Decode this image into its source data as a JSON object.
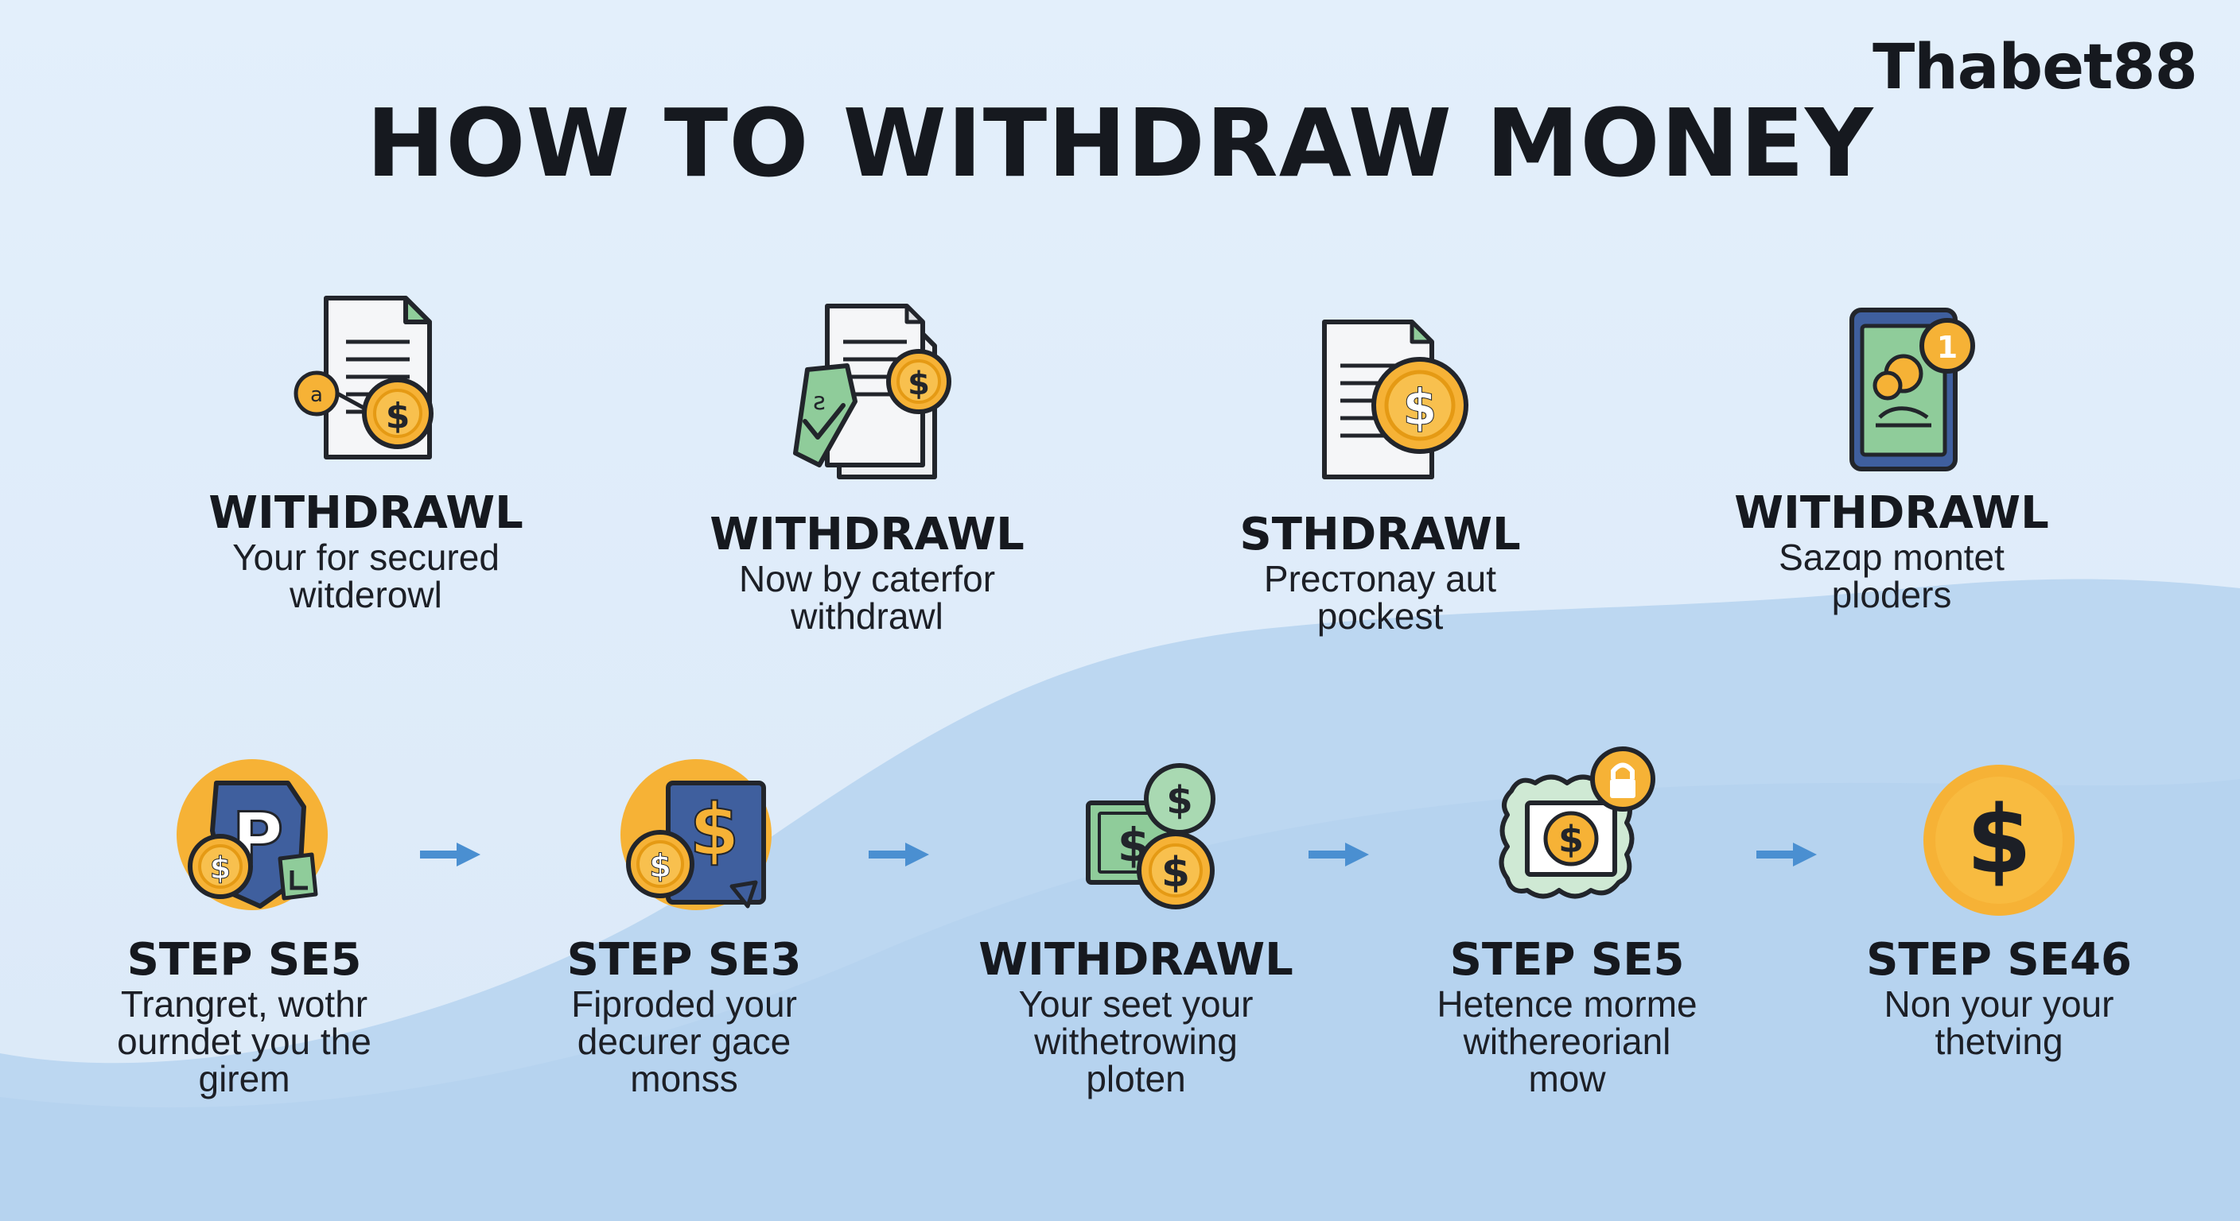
{
  "brand": "Thabet88",
  "title": "HOW TO WITHDRAW MONEY",
  "colors": {
    "background": "#e3effb",
    "wave": "#b8d5f0",
    "coin": "#f6b236",
    "coin_dark": "#e59a14",
    "green": "#8fcc9a",
    "navy": "#3f5f9e",
    "arrow": "#4a8fd1",
    "ink": "#16191f"
  },
  "top_steps": [
    {
      "icon": "document-coin-icon",
      "title": "WITHDRAWL",
      "desc": [
        "Your for secured",
        "witderowl"
      ]
    },
    {
      "icon": "document-tag-coin-icon",
      "title": "WITHDRAWL",
      "desc": [
        "Now by caterfor",
        "withdrawl"
      ]
    },
    {
      "icon": "document-dollar-coin-icon",
      "title": "STHDRAWL",
      "desc": [
        "Precтonay aut",
        "pockest"
      ]
    },
    {
      "icon": "tablet-notification-icon",
      "title": "WITHDRAWL",
      "desc": [
        "Sazɑp montet",
        "ploders"
      ]
    }
  ],
  "bottom_steps": [
    {
      "icon": "shield-coin-icon",
      "title": "STEP SE5",
      "desc": [
        "Trangret, wothr",
        "ourndet you the",
        "girem"
      ]
    },
    {
      "icon": "dollar-card-icon",
      "title": "STEP SE3",
      "desc": [
        "Fiproded your",
        "decurer gace",
        "monss"
      ]
    },
    {
      "icon": "cash-coins-icon",
      "title": "WITHDRAWL",
      "desc": [
        "Your seet your",
        "withetrowing",
        "ploten"
      ]
    },
    {
      "icon": "secure-frame-coin-icon",
      "title": "STEP SE5",
      "desc": [
        "Hetence morme",
        "withereorianl",
        "mow"
      ]
    },
    {
      "icon": "gold-dollar-coin-icon",
      "title": "STEP SE46",
      "desc": [
        "Non your your",
        "thetving"
      ]
    }
  ],
  "arrows": [
    "arrow-right-icon",
    "arrow-right-icon",
    "arrow-right-icon",
    "arrow-right-icon"
  ]
}
